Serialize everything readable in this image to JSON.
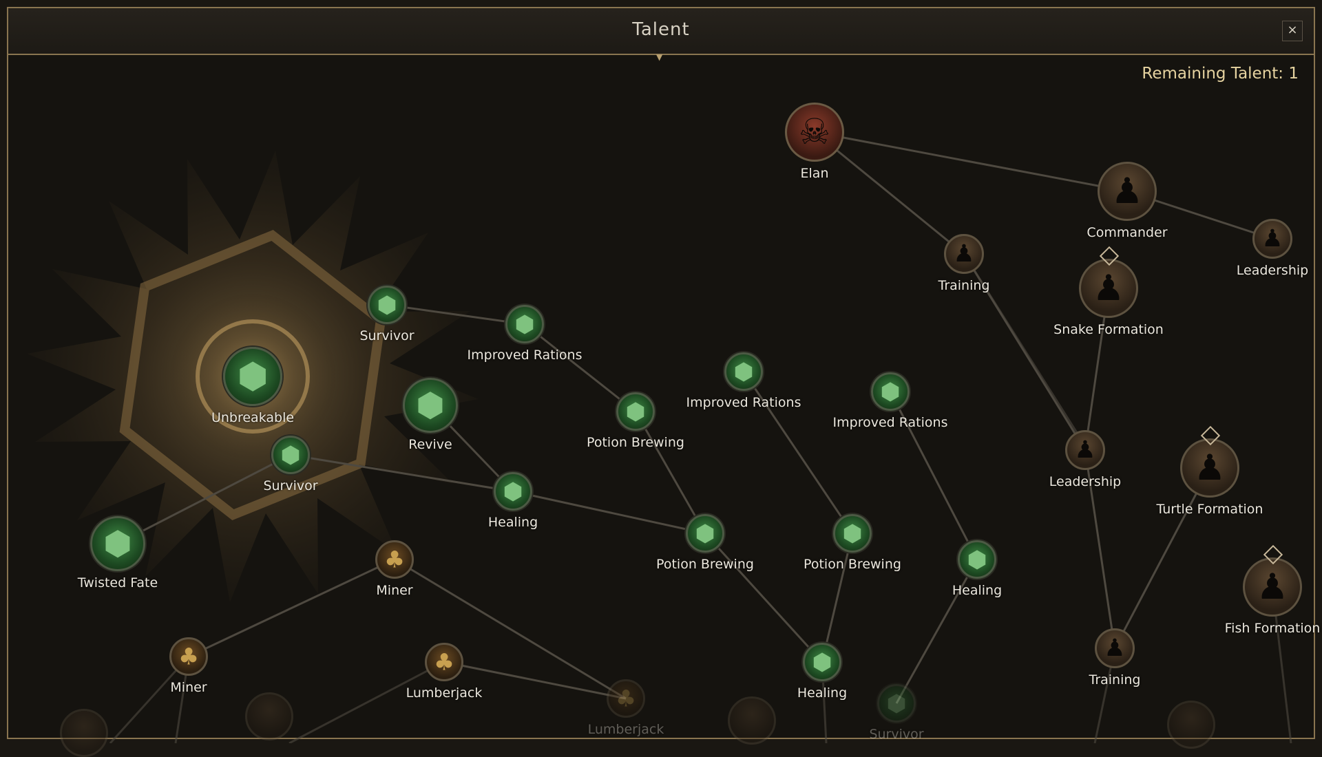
{
  "window": {
    "title": "Talent",
    "close_label": "×",
    "remaining_talent": "Remaining Talent: 1"
  },
  "colors": {
    "frame": "#8a7550",
    "background": "#15130f",
    "accent": "#e6d3a0",
    "skill_green": "#3f8a45"
  },
  "nodes": [
    {
      "label": "Elan",
      "icon": "skull-crossed-axes-icon"
    },
    {
      "label": "Commander",
      "icon": "commander-silhouette-icon"
    },
    {
      "label": "Leadership",
      "icon": "soldier-silhouette-icon"
    },
    {
      "label": "Training",
      "icon": "soldier-silhouette-icon"
    },
    {
      "label": "Snake Formation",
      "icon": "formation-silhouette-icon"
    },
    {
      "label": "Leadership",
      "icon": "soldier-silhouette-icon"
    },
    {
      "label": "Turtle Formation",
      "icon": "formation-silhouette-icon"
    },
    {
      "label": "Fish Formation",
      "icon": "formation-silhouette-icon"
    },
    {
      "label": "Training",
      "icon": "soldier-silhouette-icon"
    },
    {
      "label": "Unbreakable",
      "icon": "shield-icon"
    },
    {
      "label": "Survivor",
      "icon": "shield-icon"
    },
    {
      "label": "Improved Rations",
      "icon": "shield-icon"
    },
    {
      "label": "Revive",
      "icon": "shield-icon"
    },
    {
      "label": "Survivor",
      "icon": "shield-icon"
    },
    {
      "label": "Healing",
      "icon": "shield-icon"
    },
    {
      "label": "Twisted Fate",
      "icon": "shield-icon"
    },
    {
      "label": "Potion Brewing",
      "icon": "shield-icon"
    },
    {
      "label": "Improved Rations",
      "icon": "shield-icon"
    },
    {
      "label": "Improved Rations",
      "icon": "shield-icon"
    },
    {
      "label": "Potion Brewing",
      "icon": "shield-icon"
    },
    {
      "label": "Potion Brewing",
      "icon": "shield-icon"
    },
    {
      "label": "Healing",
      "icon": "shield-icon"
    },
    {
      "label": "Healing",
      "icon": "shield-icon"
    },
    {
      "label": "Survivor",
      "icon": "shield-icon"
    },
    {
      "label": "Miner",
      "icon": "miner-icon"
    },
    {
      "label": "Miner",
      "icon": "miner-icon"
    },
    {
      "label": "Lumberjack",
      "icon": "miner-icon"
    },
    {
      "label": "Lumberjack",
      "icon": "miner-icon"
    }
  ]
}
